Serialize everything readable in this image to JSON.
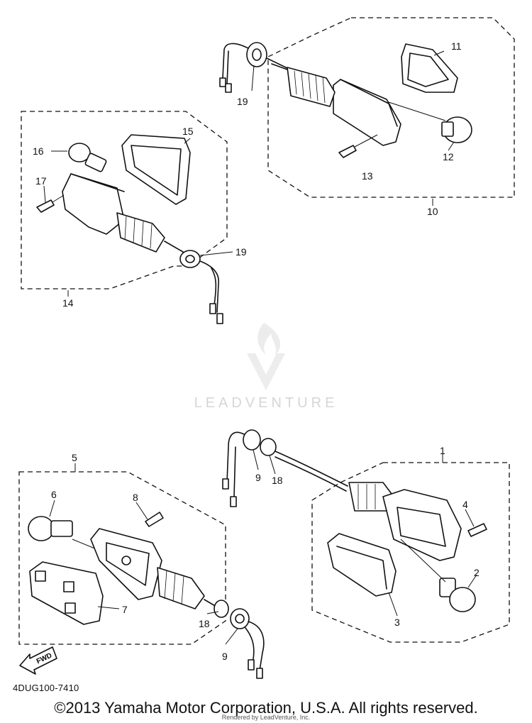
{
  "diagram": {
    "doc_code": "4DUG100-7410",
    "copyright": "©2013 Yamaha Motor Corporation, U.S.A. All rights reserved.",
    "render_credit": "Rendered by LeadVenture, Inc.",
    "watermark": "LEADVENTURE",
    "fwd_label": "FWD",
    "callouts": {
      "c1": "1",
      "c2": "2",
      "c3": "3",
      "c4": "4",
      "c5": "5",
      "c6": "6",
      "c7": "7",
      "c8": "8",
      "c9a": "9",
      "c9b": "9",
      "c10": "10",
      "c11": "11",
      "c12": "12",
      "c13": "13",
      "c14": "14",
      "c15": "15",
      "c16": "16",
      "c17": "17",
      "c18a": "18",
      "c18b": "18",
      "c19a": "19",
      "c19b": "19"
    }
  }
}
